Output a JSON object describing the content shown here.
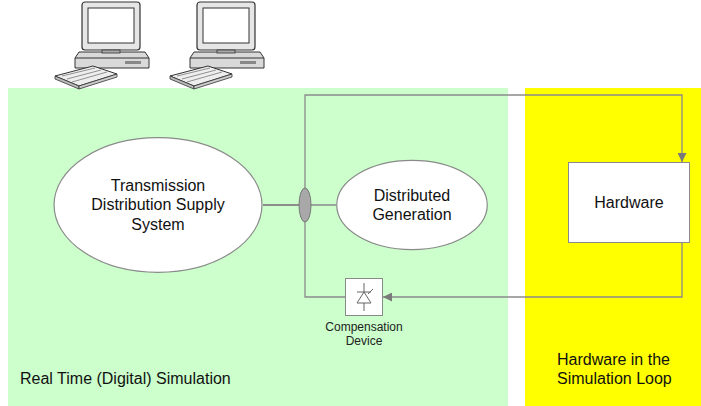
{
  "diagram": {
    "nodes": [
      {
        "text": [
          "Real Time (Digital) Simulation"
        ]
      },
      {
        "text": [
          "Transmission Distribution Supply System"
        ],
        "in": 0
      },
      {
        "text": [
          "Distributed Generation"
        ],
        "in": 0
      },
      {
        "text": [
          "Compensation Device"
        ],
        "in": 0
      },
      {
        "text": [
          "Hardware in the Simulation Loop"
        ]
      },
      {
        "text": [
          "Hardware"
        ],
        "in": 4
      }
    ],
    "edges": [
      {
        "from": 1,
        "to": 2,
        "arrow": "none"
      },
      {
        "from": 1,
        "to": 5,
        "arrow": "to"
      },
      {
        "from": 5,
        "to": 3,
        "arrow": "to"
      },
      {
        "from": 3,
        "to": 1,
        "arrow": "none"
      }
    ]
  }
}
